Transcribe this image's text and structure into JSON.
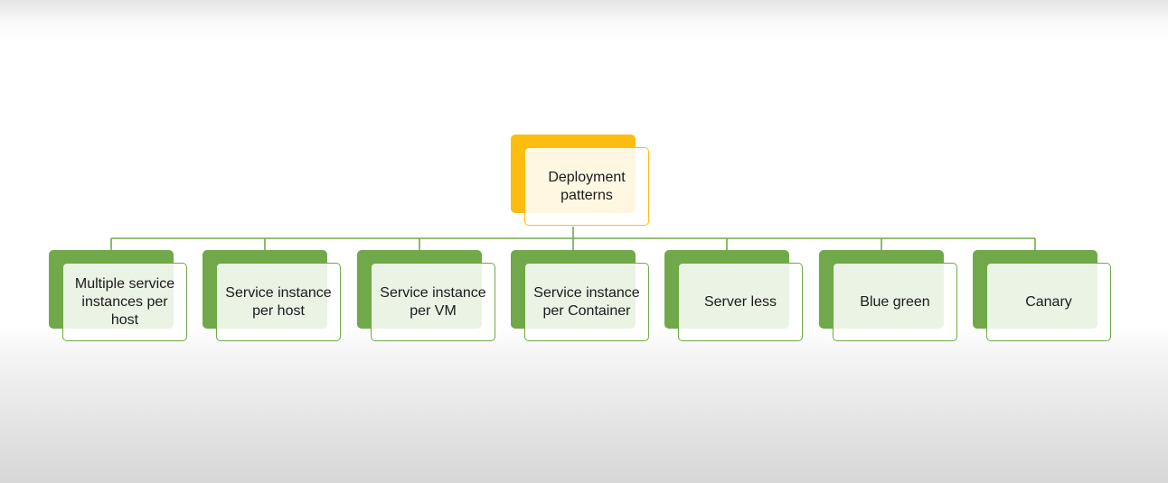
{
  "diagram": {
    "root": {
      "label": "Deployment\npatterns"
    },
    "children": [
      {
        "label": "Multiple service instances per host"
      },
      {
        "label": "Service instance per host"
      },
      {
        "label": "Service instance per VM"
      },
      {
        "label": "Service instance per Container"
      },
      {
        "label": "Server less"
      },
      {
        "label": "Blue green"
      },
      {
        "label": "Canary"
      }
    ]
  },
  "colors": {
    "root_accent": "#fdbd10",
    "child_accent": "#70a84a",
    "connector": "#70a84a"
  }
}
